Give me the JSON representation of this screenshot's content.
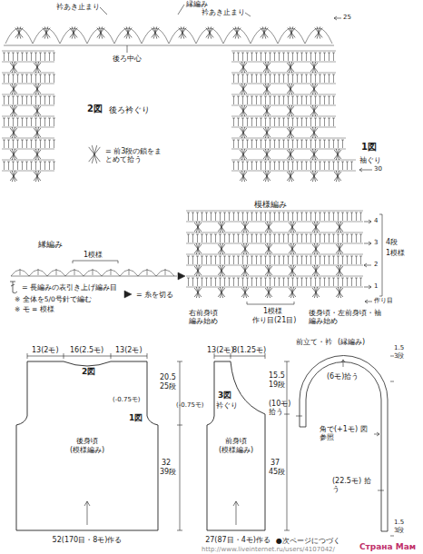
{
  "diagram": {
    "nodes": [
      {
        "text": [
          "後身頃",
          "(模様編み)"
        ]
      },
      {
        "text": [
          "前身頃",
          "(模様編み)"
        ]
      }
    ],
    "labels": [
      "衿あき止まり",
      "縁編み",
      "衿あき止まり",
      "25",
      "後ろ中心",
      "2図",
      "後ろ衿ぐり",
      "1図",
      "袖ぐり",
      "30",
      "模様編み",
      "4段",
      "1模様",
      "4",
      "3",
      "2",
      "1",
      "作り目",
      "右前身頃 編み始め",
      "1模様",
      "作り目(21目)",
      "後身頃・左前身頃・袖 編み始め",
      "縁編み",
      "1模様",
      "※ 全体を5/0号針で編む",
      "※ モ = 模様",
      "13(2モ)",
      "16(2.5モ)",
      "13(2モ)",
      "2図",
      "20.5",
      "25段",
      "(-0.75モ)",
      "1図",
      "(-0.75モ)",
      "32",
      "39段",
      "52(170目・8モ)作る",
      "13(2モ)",
      "8(1.25モ)",
      "15.5",
      "19段",
      "3図",
      "衿ぐり",
      "37",
      "45段",
      "27(87目・4モ)作る",
      "前立て・衿",
      "(縁編み)",
      "1.5",
      "3段",
      "(6モ)拾う",
      "(10モ) 拾う",
      "角で(+1モ) 図参照",
      "(22.5モ) 拾う",
      "1.5",
      "3段",
      "●次ページにつづく",
      "http://www.liveinternet.ru/users/4107042/",
      "Страна Мам"
    ],
    "legend": [
      {
        "text": "= 前3段の鎖をまとめて拾う"
      },
      {
        "text": "= 長編みの表引き上げ編み目"
      },
      {
        "text": "= 糸を切る"
      }
    ]
  }
}
